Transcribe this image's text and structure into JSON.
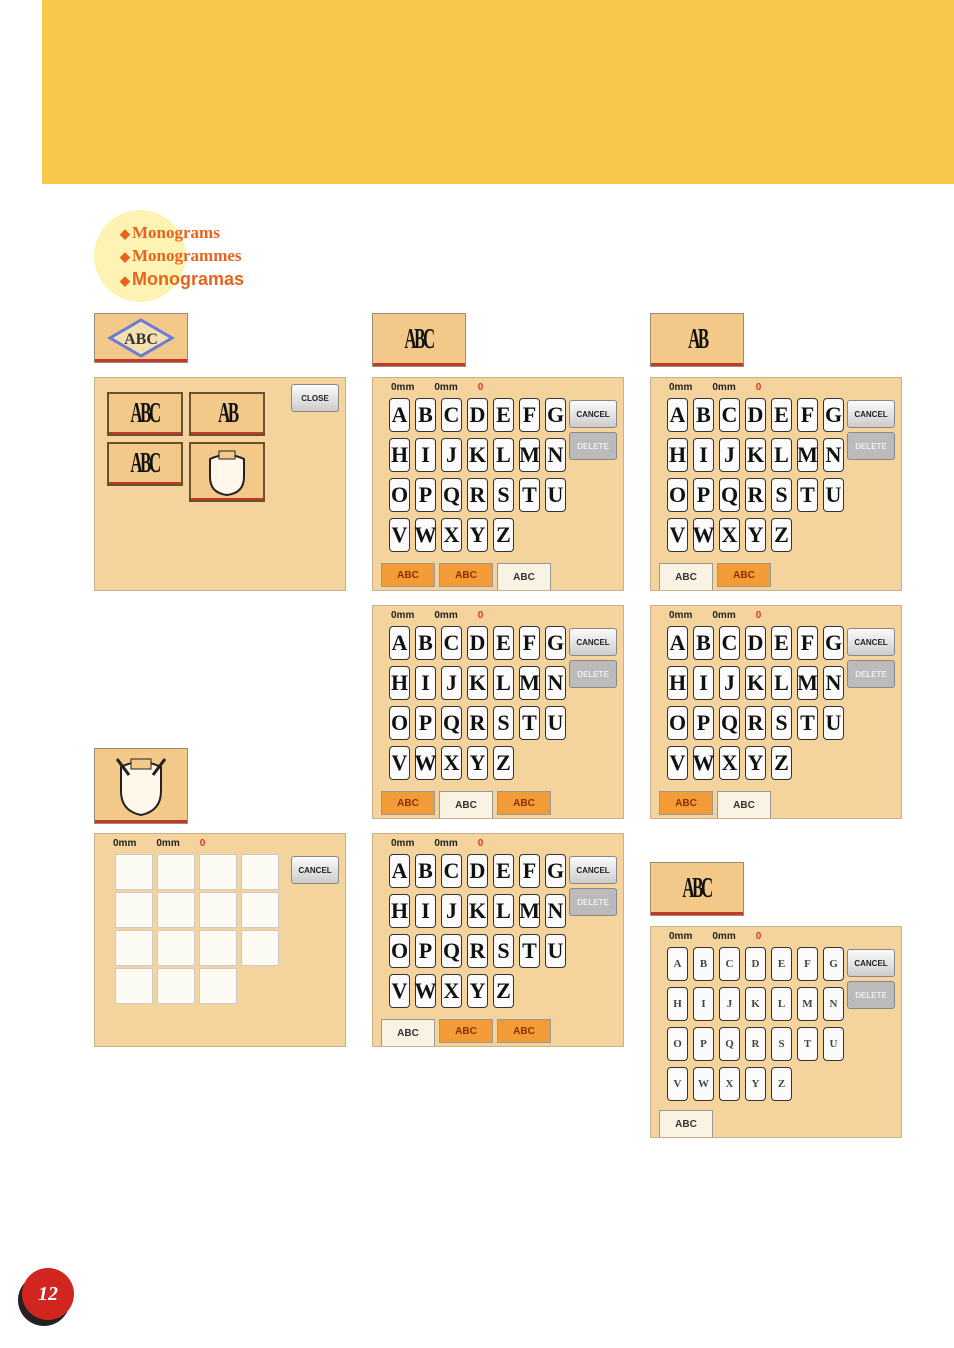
{
  "headings": [
    "Monograms",
    "Monogrammes",
    "Monogramas"
  ],
  "diamond_glyph": "◆",
  "page_number": "12",
  "icons": {
    "diamond_icon_text": "ABC",
    "block_icon_text": "ABC",
    "two_letter_icon_text": "AB",
    "three_letter_icon_text": "ABC",
    "plain_icon_text": "ABC"
  },
  "menu": {
    "close_label": "CLOSE",
    "items": [
      "ABC",
      "AB",
      "ABC"
    ]
  },
  "status": {
    "height": "0mm",
    "width": "0mm",
    "count": "0"
  },
  "buttons": {
    "cancel": "CANCEL",
    "delete": "DELETE"
  },
  "tab_label": "ABC",
  "alphabet_rows": [
    [
      "A",
      "B",
      "C",
      "D",
      "E",
      "F",
      "G"
    ],
    [
      "H",
      "I",
      "J",
      "K",
      "L",
      "M",
      "N"
    ],
    [
      "O",
      "P",
      "Q",
      "R",
      "S",
      "T",
      "U"
    ],
    [
      "V",
      "W",
      "X",
      "Y",
      "Z"
    ]
  ],
  "colors": {
    "banner": "#f9c84a",
    "accent": "#e8641e",
    "panel": "#f5d39d",
    "tab_orange": "#f39c37"
  }
}
